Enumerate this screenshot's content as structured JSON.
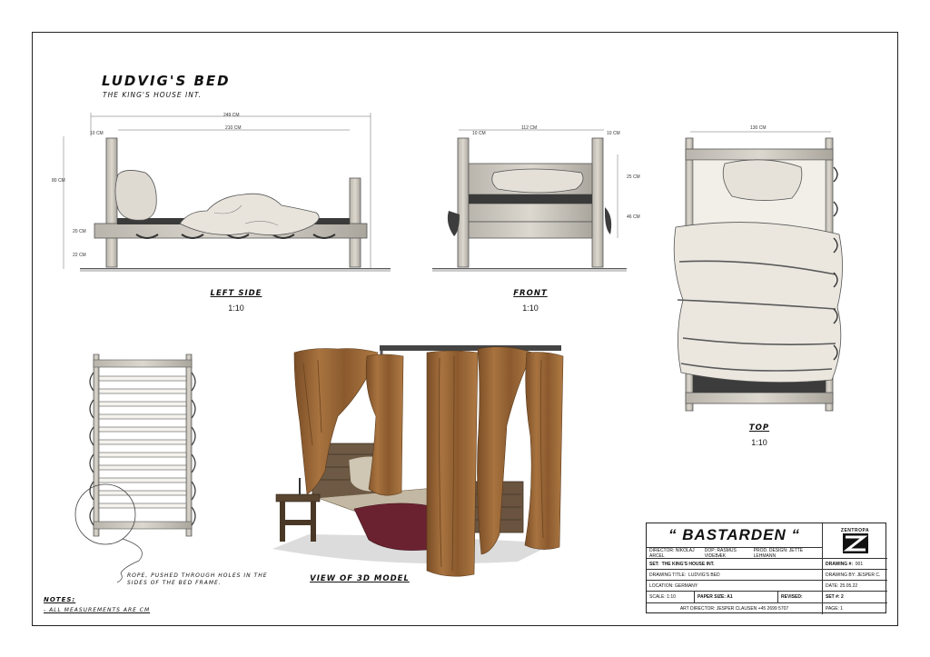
{
  "drawing": {
    "title": "LUDVIG'S BED",
    "subtitle": "THE KING'S HOUSE INT."
  },
  "views": {
    "left_side": {
      "label": "LEFT SIDE",
      "scale": "1:10"
    },
    "front": {
      "label": "FRONT",
      "scale": "1:10"
    },
    "top": {
      "label": "TOP",
      "scale": "1:10"
    },
    "model": {
      "label": "VIEW OF 3D MODEL"
    }
  },
  "dimensions": {
    "left_total": "249 CM",
    "left_inner": "210 CM",
    "left_post": "10 CM",
    "left_height": "80 CM",
    "left_frame": "20 CM",
    "left_leg": "22 CM",
    "front_width": "112 CM",
    "front_post_left": "10 CM",
    "front_post_right": "10 CM",
    "front_upper": "25 CM",
    "front_lower": "46 CM",
    "top_width": "130 CM"
  },
  "annotations": {
    "rope_note": "ROPE, PUSHED THROUGH HOLES IN THE SIDES OF THE BED FRAME.",
    "notes_heading": "NOTES:",
    "notes_item": "- ALL MEASUREMENTS ARE CM"
  },
  "title_block": {
    "production": "“ BASTARDEN “",
    "studio_logo": "ZENTROPA",
    "director": "DIRECTOR: NIKOLAJ ARCEL",
    "dop": "DOP: RASMUS VIDEBÆK",
    "prod_design": "PROD. DESIGN: JETTE LEHMANN",
    "drawing_no_label": "DRAWING #:",
    "drawing_no": "001",
    "set_label": "SET:",
    "set_value": "THE KING'S HOUSE INT.",
    "drawing_title_label": "DRAWING TITLE:",
    "drawing_title_value": "LUDVIG'S BED",
    "drawing_by": "DRAWING BY: JESPER C.",
    "location": "LOCATION: GERMANY",
    "date": "DATE: 25.05.22",
    "scale": "SCALE:  1:10",
    "paper": "PAPER SIZE: A1",
    "revised": "REVISED:",
    "set_no": "SET #: 2",
    "art_director": "ART DIRECTOR: JESPER CLAUSEN +45 2699 5707",
    "page": "PAGE:    1"
  },
  "colors": {
    "wood": "#c9c5bc",
    "wood_dark": "#8e8a82",
    "linen": "#efece4",
    "curtain": "#9b6a3c",
    "curtain_dark": "#6e4622",
    "blanket": "#6b2230"
  }
}
